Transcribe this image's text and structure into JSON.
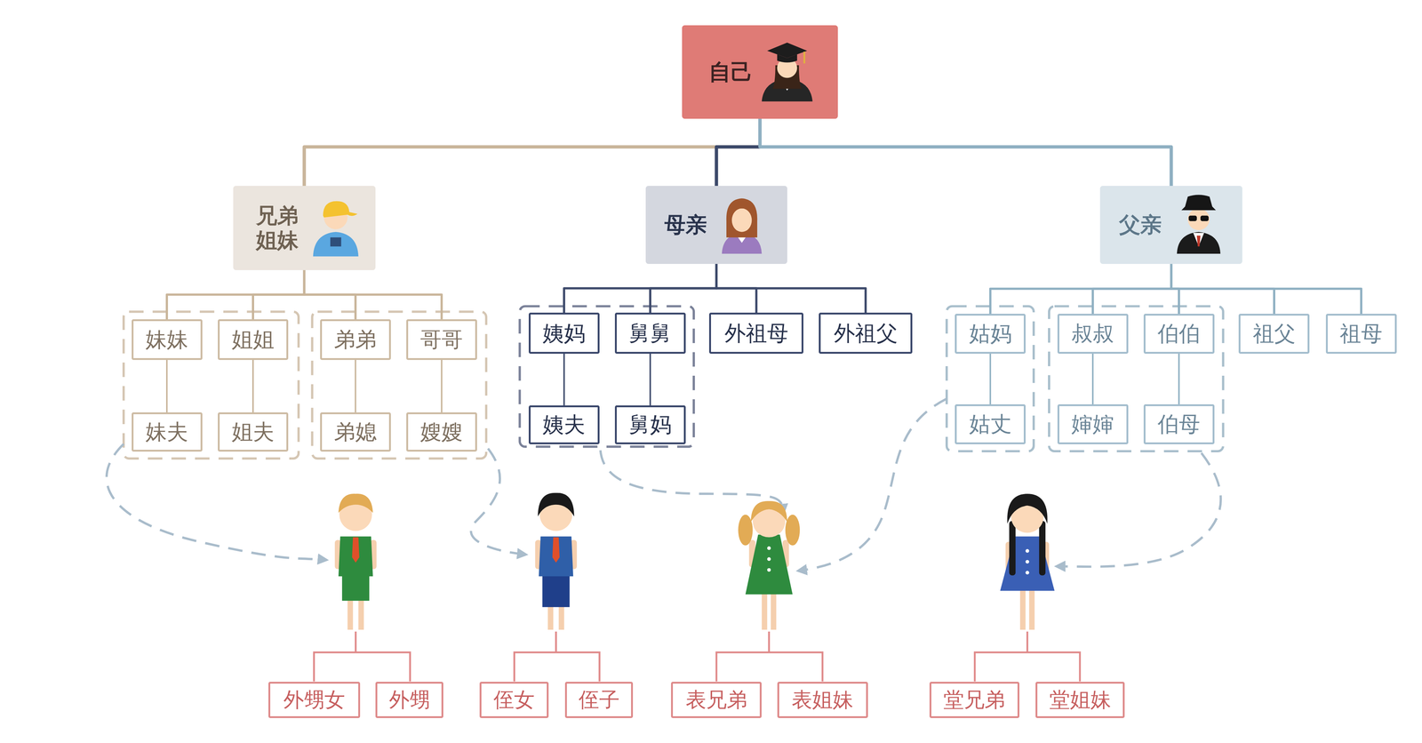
{
  "diagram": {
    "nodes": [
      {
        "text": [
          "自己"
        ]
      },
      {
        "text": [
          "兄弟 姐妹"
        ]
      },
      {
        "text": [
          "母亲"
        ]
      },
      {
        "text": [
          "父亲"
        ]
      },
      {
        "text": [
          "妹妹"
        ]
      },
      {
        "text": [
          "姐姐"
        ]
      },
      {
        "text": [
          "弟弟"
        ]
      },
      {
        "text": [
          "哥哥"
        ]
      },
      {
        "text": [
          "妹夫"
        ]
      },
      {
        "text": [
          "姐夫"
        ]
      },
      {
        "text": [
          "弟媳"
        ]
      },
      {
        "text": [
          "嫂嫂"
        ]
      },
      {
        "text": [
          "姨妈"
        ]
      },
      {
        "text": [
          "舅舅"
        ]
      },
      {
        "text": [
          "外祖母"
        ]
      },
      {
        "text": [
          "外祖父"
        ]
      },
      {
        "text": [
          "姨夫"
        ]
      },
      {
        "text": [
          "舅妈"
        ]
      },
      {
        "text": [
          "姑妈"
        ]
      },
      {
        "text": [
          "叔叔"
        ]
      },
      {
        "text": [
          "伯伯"
        ]
      },
      {
        "text": [
          "祖父"
        ]
      },
      {
        "text": [
          "祖母"
        ]
      },
      {
        "text": [
          "姑丈"
        ]
      },
      {
        "text": [
          "婶婶"
        ]
      },
      {
        "text": [
          "伯母"
        ]
      },
      {
        "text": [
          "外甥女"
        ]
      },
      {
        "text": [
          "外甥"
        ]
      },
      {
        "text": [
          "侄女"
        ]
      },
      {
        "text": [
          "侄子"
        ]
      },
      {
        "text": [
          "表兄弟"
        ]
      },
      {
        "text": [
          "表姐妹"
        ]
      },
      {
        "text": [
          "堂兄弟"
        ]
      },
      {
        "text": [
          "堂姐妹"
        ]
      }
    ],
    "edges": [
      {
        "from": 0,
        "to": 1,
        "arrow": "none"
      },
      {
        "from": 0,
        "to": 2,
        "arrow": "none"
      },
      {
        "from": 0,
        "to": 3,
        "arrow": "none"
      },
      {
        "from": 1,
        "to": 4,
        "arrow": "none"
      },
      {
        "from": 1,
        "to": 5,
        "arrow": "none"
      },
      {
        "from": 1,
        "to": 6,
        "arrow": "none"
      },
      {
        "from": 1,
        "to": 7,
        "arrow": "none"
      },
      {
        "from": 4,
        "to": 8,
        "arrow": "none"
      },
      {
        "from": 5,
        "to": 9,
        "arrow": "none"
      },
      {
        "from": 6,
        "to": 10,
        "arrow": "none"
      },
      {
        "from": 7,
        "to": 11,
        "arrow": "none"
      },
      {
        "from": 2,
        "to": 12,
        "arrow": "none"
      },
      {
        "from": 2,
        "to": 13,
        "arrow": "none"
      },
      {
        "from": 2,
        "to": 14,
        "arrow": "none"
      },
      {
        "from": 2,
        "to": 15,
        "arrow": "none"
      },
      {
        "from": 12,
        "to": 16,
        "arrow": "none"
      },
      {
        "from": 13,
        "to": 17,
        "arrow": "none"
      },
      {
        "from": 3,
        "to": 18,
        "arrow": "none"
      },
      {
        "from": 3,
        "to": 19,
        "arrow": "none"
      },
      {
        "from": 3,
        "to": 20,
        "arrow": "none"
      },
      {
        "from": 3,
        "to": 21,
        "arrow": "none"
      },
      {
        "from": 3,
        "to": 22,
        "arrow": "none"
      },
      {
        "from": 18,
        "to": 23,
        "arrow": "none"
      },
      {
        "from": 19,
        "to": 24,
        "arrow": "none"
      },
      {
        "from": 20,
        "to": 25,
        "arrow": "none"
      }
    ]
  }
}
